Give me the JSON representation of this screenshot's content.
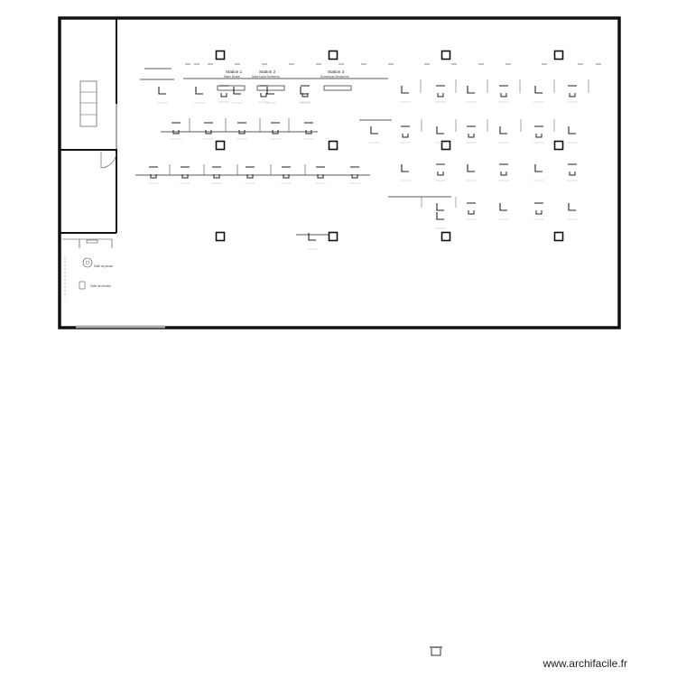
{
  "watermark": "www.archifacile.fr",
  "floor_plan": {
    "stations": [
      {
        "title": "Station 1",
        "subtitle": "Marie Boulai"
      },
      {
        "title": "Station 2",
        "subtitle": "Nata Kondi Dembeng"
      },
      {
        "title": "Station 3",
        "subtitle": "Dominique Dieudonné"
      }
    ],
    "zone_label": "Salle de pause",
    "meeting_label": "Salle de réunion"
  },
  "colors": {
    "wall": "#111111",
    "line": "#222222",
    "light_wall": "#aaaaaa",
    "background": "#ffffff"
  },
  "icons": [
    "pillar-icon",
    "desk-chair-icon",
    "door-swing-icon",
    "round-table-icon",
    "stair-icon"
  ]
}
